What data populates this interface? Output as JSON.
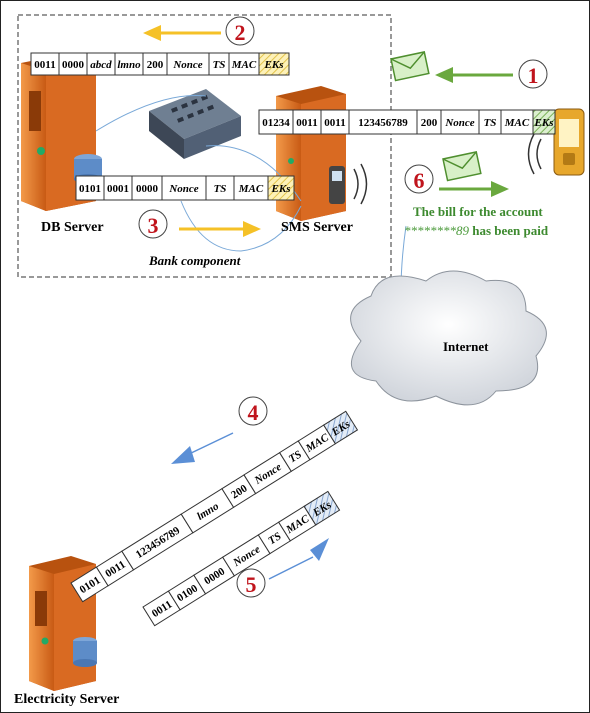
{
  "bank_component": {
    "label": "Bank component",
    "db_server_label": "DB Server",
    "sms_server_label": "SMS Server"
  },
  "internet_label": "Internet",
  "electricity_server_label": "Electricity Server",
  "notification": {
    "line1": "The bill for the account",
    "line2_masked": "********89",
    "line2_rest": " has been paid"
  },
  "steps": {
    "s1": "1",
    "s2": "2",
    "s3": "3",
    "s4": "4",
    "s5": "5",
    "s6": "6"
  },
  "messages": {
    "msg1": [
      "01234",
      "0011",
      "0011",
      "123456789",
      "200",
      "Nonce",
      "TS",
      "MAC",
      "EKs"
    ],
    "msg2": [
      "0011",
      "0000",
      "abcd",
      "lmno",
      "200",
      "Nonce",
      "TS",
      "MAC",
      "EKs"
    ],
    "msg3": [
      "0101",
      "0001",
      "0000",
      "Nonce",
      "TS",
      "MAC",
      "EKs"
    ],
    "msg4": [
      "0101",
      "0011",
      "123456789",
      "lmno",
      "200",
      "Nonce",
      "TS",
      "MAC",
      "EKs"
    ],
    "msg5": [
      "0011",
      "0100",
      "0000",
      "Nonce",
      "TS",
      "MAC",
      "EKs"
    ]
  },
  "colors": {
    "step_circle_text": "#c0141c",
    "yellow_arrow": "#f5c127",
    "green_arrow": "#6aa83e",
    "blue_arrow": "#5b8fd6",
    "server_orange": "#e8792a",
    "notification_green": "#3d8a2f"
  }
}
